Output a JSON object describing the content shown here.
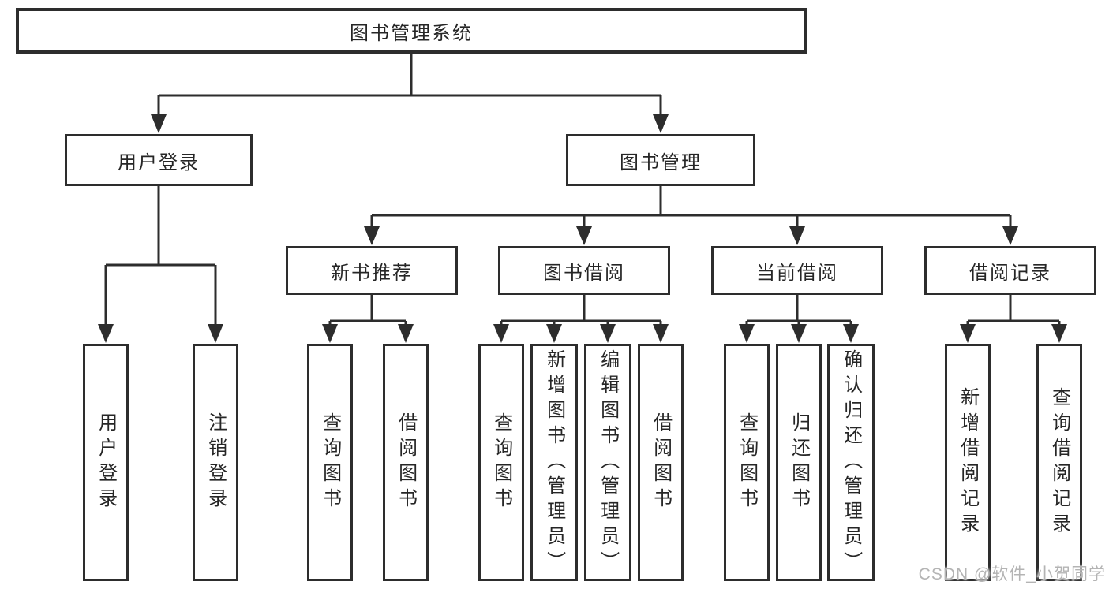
{
  "diagram": {
    "type": "hierarchy",
    "colors": {
      "background": "#ffffff",
      "line": "#2d2d2d",
      "box_border": "#2d2d2d",
      "text": "#262626",
      "watermark": "#b4b4b4"
    }
  },
  "watermark": {
    "text": "CSDN @软件_小贺同学"
  },
  "tree": {
    "label": "图书管理系统",
    "children": [
      {
        "label": "用户登录",
        "children": [
          {
            "label": "用户登录"
          },
          {
            "label": "注销登录"
          }
        ]
      },
      {
        "label": "图书管理",
        "children": [
          {
            "label": "新书推荐",
            "children": [
              {
                "label": "查询图书"
              },
              {
                "label": "借阅图书"
              }
            ]
          },
          {
            "label": "图书借阅",
            "children": [
              {
                "label": "查询图书"
              },
              {
                "label": "新增图书（管理员）"
              },
              {
                "label": "编辑图书（管理员）"
              },
              {
                "label": "借阅图书"
              }
            ]
          },
          {
            "label": "当前借阅",
            "children": [
              {
                "label": "查询图书"
              },
              {
                "label": "归还图书"
              },
              {
                "label": "确认归还（管理员）"
              }
            ]
          },
          {
            "label": "借阅记录",
            "children": [
              {
                "label": "新增借阅记录"
              },
              {
                "label": "查询借阅记录"
              }
            ]
          }
        ]
      }
    ]
  }
}
